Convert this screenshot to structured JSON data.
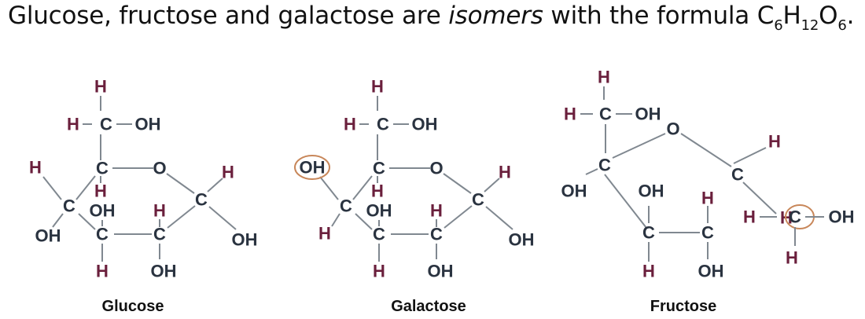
{
  "title": {
    "prefix": "Glucose, fructose and galactose are ",
    "emphasis": "isomers",
    "middle": " with the formula C",
    "sub_c": "6",
    "h": "H",
    "sub_h": "12",
    "o": "O",
    "sub_o": "6",
    "end": "."
  },
  "atoms": {
    "h": "H",
    "c": "C",
    "o": "O",
    "oh": "OH"
  },
  "molecules": [
    {
      "name": "Glucose"
    },
    {
      "name": "Galactose"
    },
    {
      "name": "Fructose"
    }
  ],
  "colors": {
    "hydrogen": "#6a1f3c",
    "carbon": "#2a3340",
    "bond": "#808890",
    "highlight": "#c8875a"
  }
}
